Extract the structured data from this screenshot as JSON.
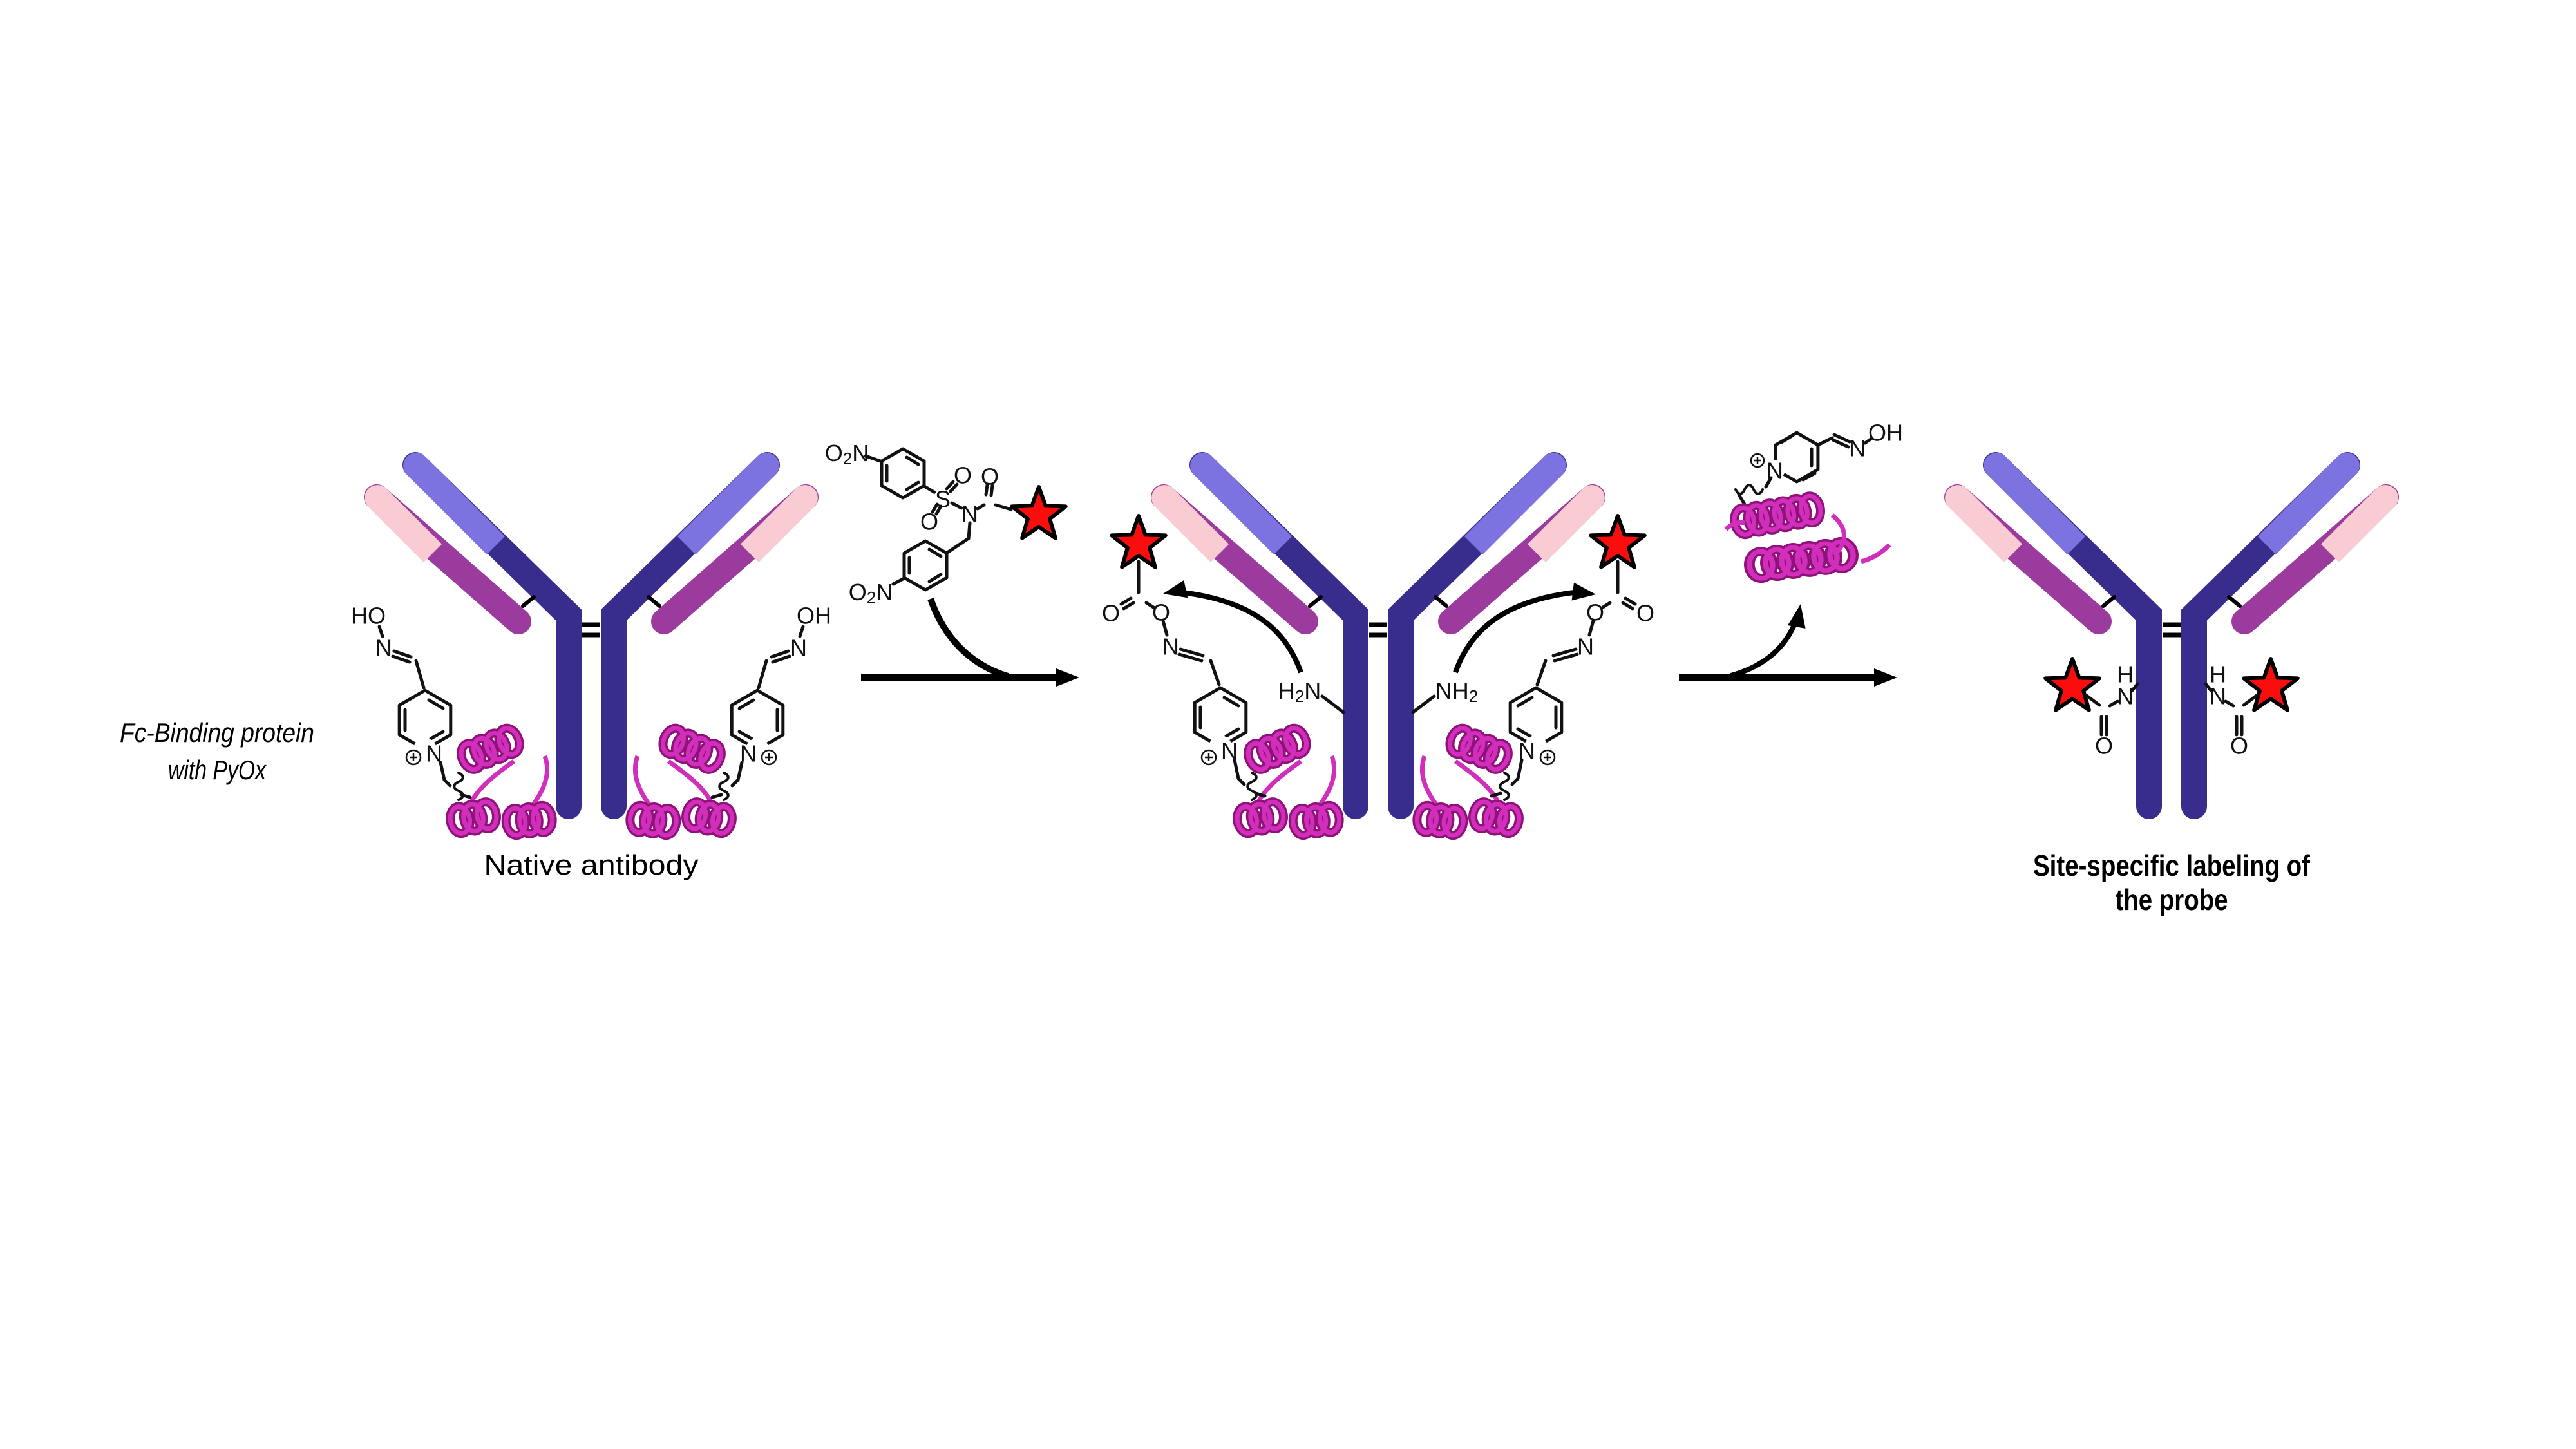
{
  "colors": {
    "heavy_chain": "#382D8D",
    "variable_domain": "#7C73E1",
    "light_chain_tip": "#F8CCD2",
    "light_chain_base": "#9B3B9D",
    "helix": "#D12FBB",
    "helix_outline": "#8E1278",
    "probe_star": "#FA0D0C",
    "ink": "#000000"
  },
  "labels": {
    "fc_line1": "Fc-Binding protein",
    "fc_line2": "with PyOx",
    "native_caption": "Native antibody",
    "product_line1": "Site-specific labeling of",
    "product_line2": "the probe"
  },
  "atoms": {
    "HO": "HO",
    "OH": "OH",
    "N": "N",
    "O": "O",
    "S": "S",
    "H": "H",
    "sub2": "2"
  },
  "icons": {
    "plus_charge": "circled-plus",
    "wavy_bond": "squiggle",
    "probe_star": "red-star",
    "fc_protein": "magenta-helix-bundle",
    "reaction_arrow": "black-right-arrow"
  }
}
